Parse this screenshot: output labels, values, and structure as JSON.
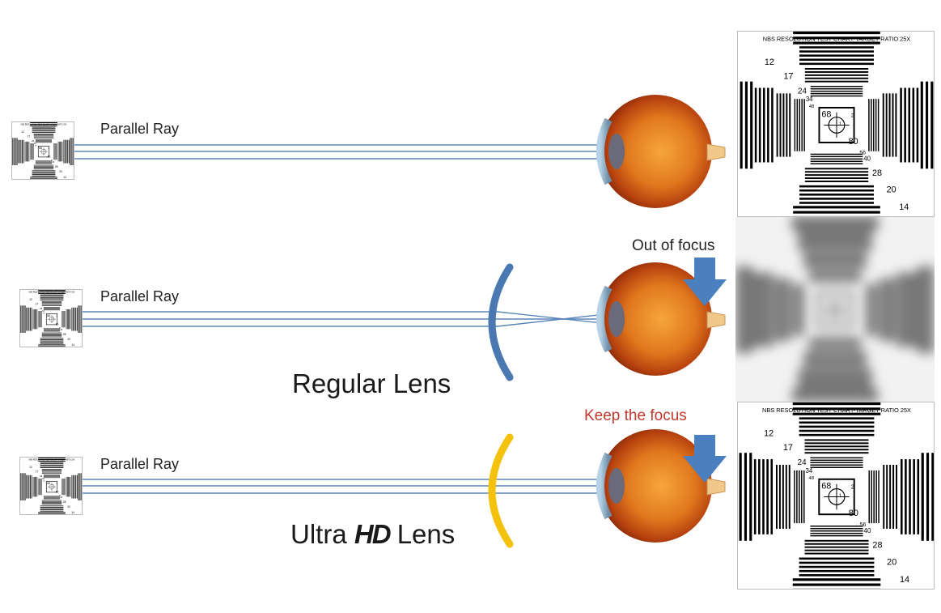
{
  "rows": [
    {
      "ray_label": "Parallel Ray"
    },
    {
      "ray_label": "Parallel Ray",
      "lens_label": "Regular Lens",
      "focus_label": "Out of focus",
      "lens_color": "#4a78b0"
    },
    {
      "ray_label": "Parallel Ray",
      "lens_label_prefix": "Ultra",
      "lens_label_badge": "HD",
      "lens_label_suffix": "Lens",
      "focus_label": "Keep the focus",
      "lens_color": "#f4c20d"
    }
  ],
  "test_chart": {
    "title": "NBS RESOLUTION TEST CHART-TARGET RATIO 25X",
    "numbers": [
      "12",
      "17",
      "24",
      "34",
      "48",
      "68",
      "2",
      "1",
      "80",
      "56",
      "40",
      "28",
      "20",
      "14"
    ]
  },
  "colors": {
    "ray": "#5b86b8",
    "arrow": "#4a7fc0",
    "focus_good": "#c0392b",
    "focus_bad": "#222222"
  }
}
